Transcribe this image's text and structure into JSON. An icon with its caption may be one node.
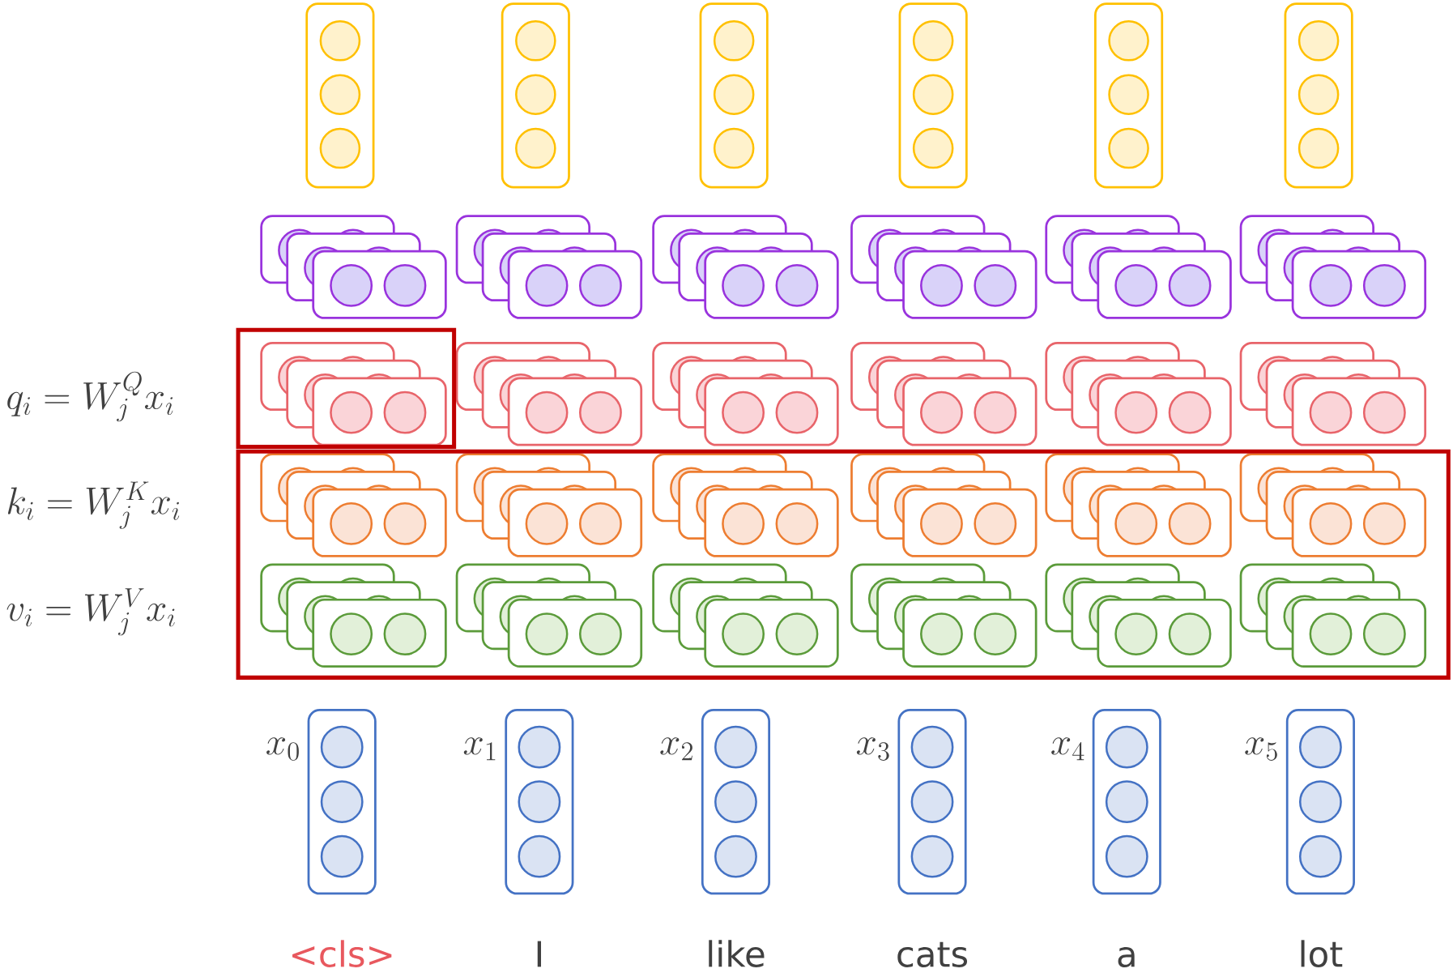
{
  "diagram": {
    "labels": [
      "q_i = W_j^{Q} x_i",
      "k_i = W_j^{K} x_i",
      "v_i = W_j^{V} x_i",
      "x_0",
      "x_1",
      "x_2",
      "x_3",
      "x_4",
      "x_5",
      "<cls>",
      "I",
      "like",
      "cats",
      "a",
      "lot"
    ]
  }
}
